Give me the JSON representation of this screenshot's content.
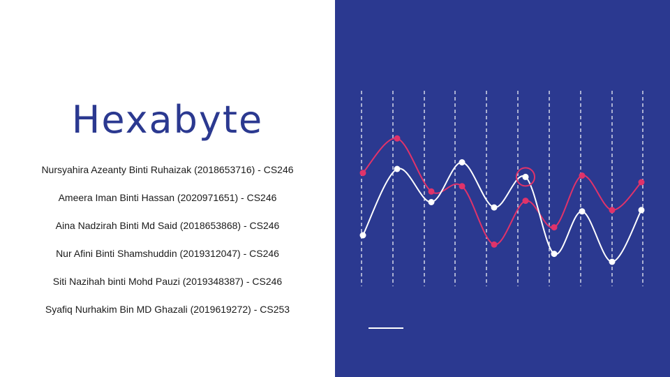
{
  "title": "Hexabyte",
  "members": [
    "Nursyahira Azeanty Binti Ruhaizak (2018653716) - CS246",
    "Ameera Iman Binti Hassan (2020971651) - CS246",
    "Aina Nadzirah Binti Md Said (2018653868) - CS246",
    "Nur Afini Binti Shamshuddin (2019312047) - CS246",
    "Siti Nazihah binti Mohd Pauzi (2019348387) - CS246",
    "Syafiq Nurhakim Bin MD Ghazali (2019619272) - CS253"
  ],
  "colors": {
    "brand": "#2b3990",
    "panel": "#2b3990",
    "series_pink": "#e0336a",
    "series_white": "#ffffff"
  },
  "decorative_wave": {
    "pink": [
      0.67,
      0.93,
      0.53,
      0.57,
      0.13,
      0.46,
      0.26,
      0.65,
      0.39,
      0.6
    ],
    "white": [
      0.2,
      0.7,
      0.45,
      0.75,
      0.41,
      0.64,
      0.06,
      0.38,
      0.0,
      0.39
    ],
    "highlight_index": 5
  }
}
